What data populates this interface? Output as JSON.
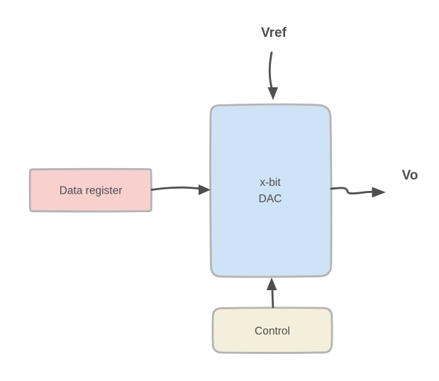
{
  "diagram": {
    "blocks": {
      "dac": {
        "label_line1": "x-bit",
        "label_line2": "DAC",
        "fill": "#cfe3f6",
        "stroke": "#b4b4b4"
      },
      "data_register": {
        "label": "Data register",
        "fill": "#f8d1cf",
        "stroke": "#b4b4b4"
      },
      "control": {
        "label": "Control",
        "fill": "#f4efdb",
        "stroke": "#b4b4b4"
      }
    },
    "labels": {
      "vref": "Vref",
      "vo": "Vo"
    },
    "colors": {
      "arrow": "#4f4f4f",
      "port_text": "#4f4f4f",
      "block_text": "#4d4d4d",
      "background": "#ffffff"
    }
  }
}
